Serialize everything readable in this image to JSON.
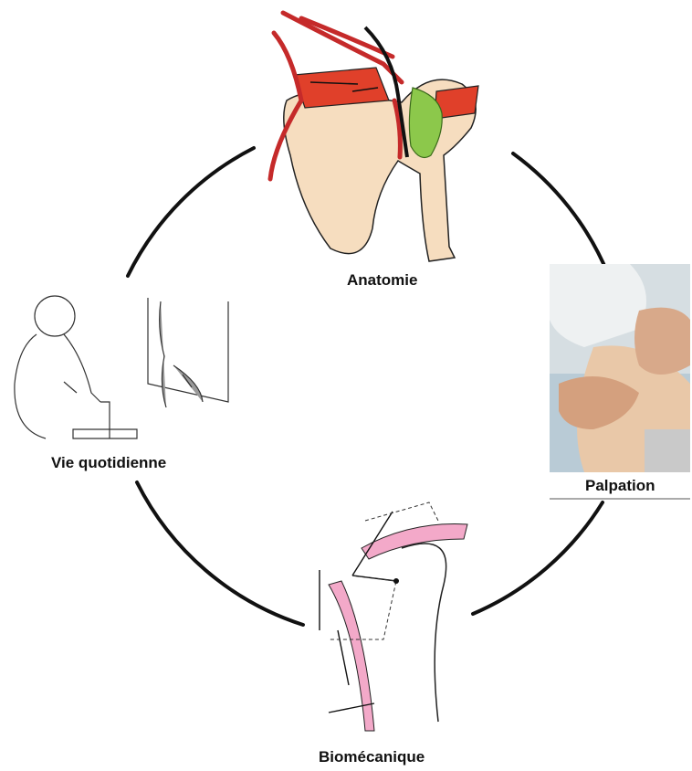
{
  "nodes": {
    "anatomie": "Anatomie",
    "palpation": "Palpation",
    "vie_quotidienne": "Vie quotidienne",
    "biomecanique": "Biomécanique"
  },
  "colors": {
    "cycle": "#111111",
    "muscle": "#e0402a",
    "bone": "#f6ddbf",
    "ligament": "#8cc84b",
    "artery": "#c52a2a",
    "tendon": "#f3a9c9",
    "skin": "#e9c8a8"
  }
}
